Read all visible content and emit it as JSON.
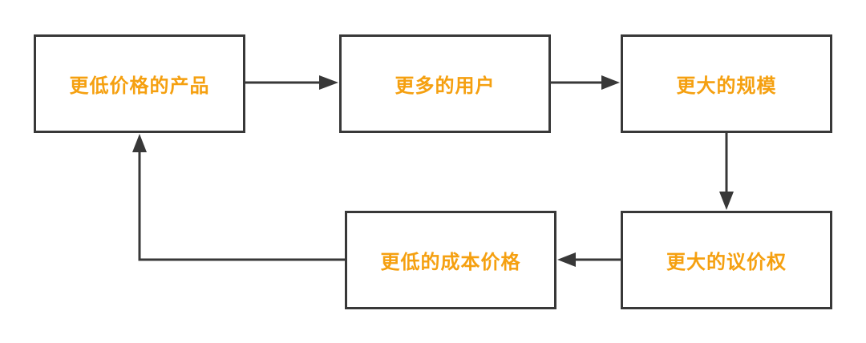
{
  "colors": {
    "label": "#f5a010",
    "stroke": "#383838",
    "background": "#ffffff"
  },
  "nodes": {
    "cheaper_products": "更低价格的产品",
    "more_users": "更多的用户",
    "larger_scale": "更大的规模",
    "bargaining_power": "更大的议价权",
    "lower_costs": "更低的成本价格"
  },
  "edges": [
    {
      "from": "cheaper_products",
      "to": "more_users"
    },
    {
      "from": "more_users",
      "to": "larger_scale"
    },
    {
      "from": "larger_scale",
      "to": "bargaining_power"
    },
    {
      "from": "bargaining_power",
      "to": "lower_costs"
    },
    {
      "from": "lower_costs",
      "to": "cheaper_products"
    }
  ]
}
